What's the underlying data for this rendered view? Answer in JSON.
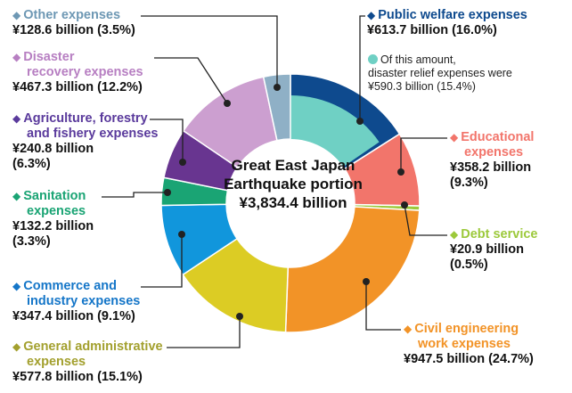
{
  "chart_data": {
    "type": "pie",
    "title": "",
    "center_label": [
      "Great East Japan",
      "Earthquake portion",
      "¥3,834.4 billion"
    ],
    "unit": "billion yen",
    "total": 3834.4,
    "slices": [
      {
        "name_lines": [
          "Public welfare expenses"
        ],
        "value": 613.7,
        "value_lines": [
          "¥613.7 billion (16.0%)"
        ],
        "percent": 16.0,
        "color": "#0e4a8e"
      },
      {
        "name_lines": [
          "Educational",
          "expenses"
        ],
        "value": 358.2,
        "value_lines": [
          "¥358.2 billion",
          "(9.3%)"
        ],
        "percent": 9.3,
        "color": "#f2756b"
      },
      {
        "name_lines": [
          "Debt service"
        ],
        "value": 20.9,
        "value_lines": [
          "¥20.9 billion",
          "(0.5%)"
        ],
        "percent": 0.5,
        "color": "#9cc93b"
      },
      {
        "name_lines": [
          "Civil engineering",
          "work expenses"
        ],
        "value": 947.5,
        "value_lines": [
          "¥947.5 billion (24.7%)"
        ],
        "percent": 24.7,
        "color": "#f29327"
      },
      {
        "name_lines": [
          "General administrative",
          "expenses"
        ],
        "value": 577.8,
        "value_lines": [
          "¥577.8 billion (15.1%)"
        ],
        "percent": 15.1,
        "color": "#dccc24"
      },
      {
        "name_lines": [
          "Commerce and",
          "industry expenses"
        ],
        "value": 347.4,
        "value_lines": [
          "¥347.4 billion (9.1%)"
        ],
        "percent": 9.1,
        "color": "#1196dc"
      },
      {
        "name_lines": [
          "Sanitation",
          "expenses"
        ],
        "value": 132.2,
        "value_lines": [
          "¥132.2 billion",
          "(3.3%)"
        ],
        "percent": 3.3,
        "color": "#1aa474"
      },
      {
        "name_lines": [
          "Agriculture, forestry",
          "and fishery expenses"
        ],
        "value": 240.8,
        "value_lines": [
          "¥240.8 billion",
          "(6.3%)"
        ],
        "percent": 6.3,
        "color": "#683590"
      },
      {
        "name_lines": [
          "Disaster",
          "recovery expenses"
        ],
        "value": 467.3,
        "value_lines": [
          "¥467.3 billion (12.2%)"
        ],
        "percent": 12.2,
        "color": "#cc9fd0"
      },
      {
        "name_lines": [
          "Other expenses"
        ],
        "value": 128.6,
        "value_lines": [
          "¥128.6 billion (3.5%)"
        ],
        "percent": 3.5,
        "color": "#8fb0c6"
      }
    ],
    "sub_slice": {
      "parent": "Public welfare expenses",
      "value": 590.3,
      "percent": 15.4,
      "color": "#6fd0c4",
      "note_lines": [
        "Of this amount,",
        "disaster relief expenses were",
        "¥590.3 billion (15.4%)"
      ]
    },
    "legend": "callouts"
  }
}
